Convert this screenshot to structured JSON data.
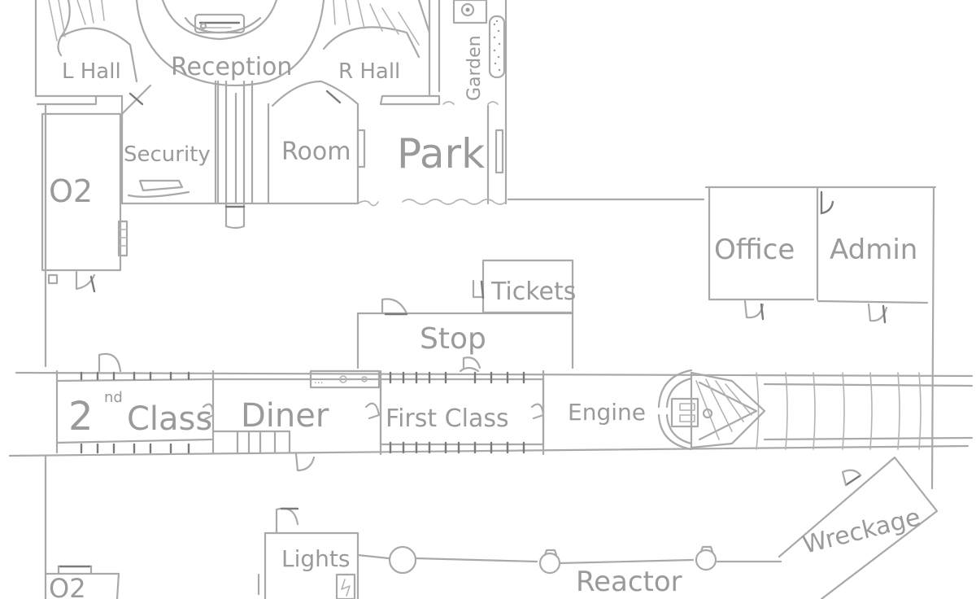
{
  "map": {
    "rooms": {
      "l_hall": "L Hall",
      "reception": "Reception",
      "r_hall": "R Hall",
      "garden": "Garden",
      "security": "Security",
      "room": "Room",
      "park": "Park",
      "o2_top": "O2",
      "office": "Office",
      "admin": "Admin",
      "tickets": "Tickets",
      "stop": "Stop",
      "second_class_num": "2",
      "second_class_sup": "nd",
      "second_class_word": "Class",
      "diner": "Diner",
      "first_class": "First Class",
      "engine": "Engine",
      "wreckage": "Wreckage",
      "lights": "Lights",
      "reactor": "Reactor",
      "o2_bottom": "O2"
    },
    "colors": {
      "ink": "#a9a9a9",
      "background": "#ffffff"
    }
  }
}
